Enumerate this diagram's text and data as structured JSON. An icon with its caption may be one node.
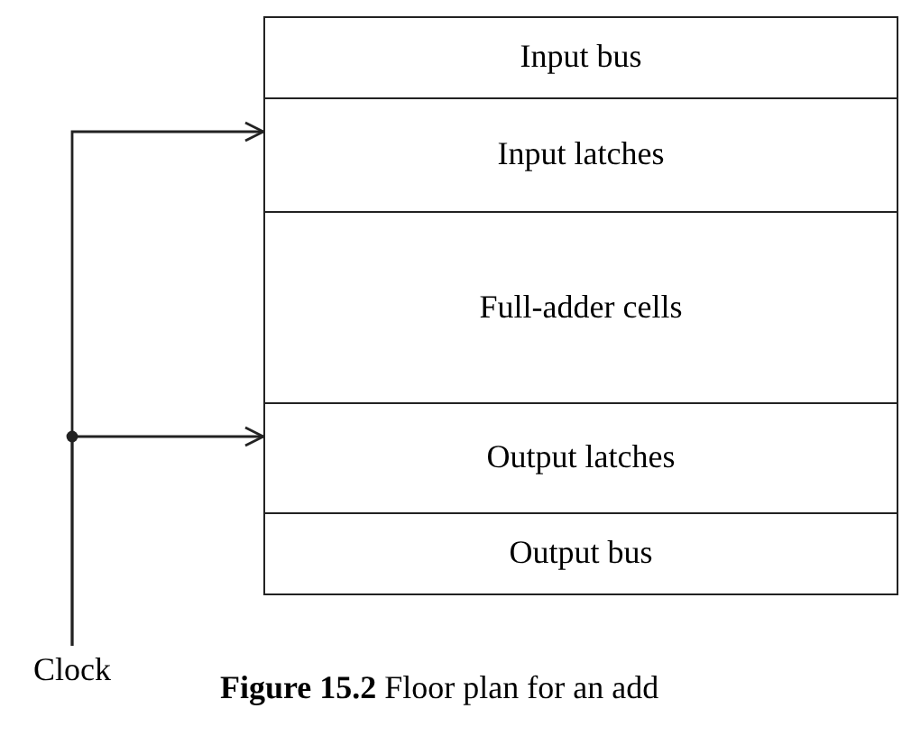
{
  "diagram": {
    "caption": "**Figure 15.2** Floor plan for an add",
    "nodes": [
      {
        "text": [
          "Clock"
        ]
      },
      {
        "text": [
          "Input bus"
        ]
      },
      {
        "text": [
          "Input latches"
        ]
      },
      {
        "text": [
          "Full-adder cells"
        ]
      },
      {
        "text": [
          "Output latches"
        ]
      },
      {
        "text": [
          "Output bus"
        ]
      }
    ],
    "edges": [
      {
        "from": 0,
        "to": 2,
        "arrow": "to"
      },
      {
        "from": 0,
        "to": 4,
        "arrow": "to"
      }
    ]
  }
}
